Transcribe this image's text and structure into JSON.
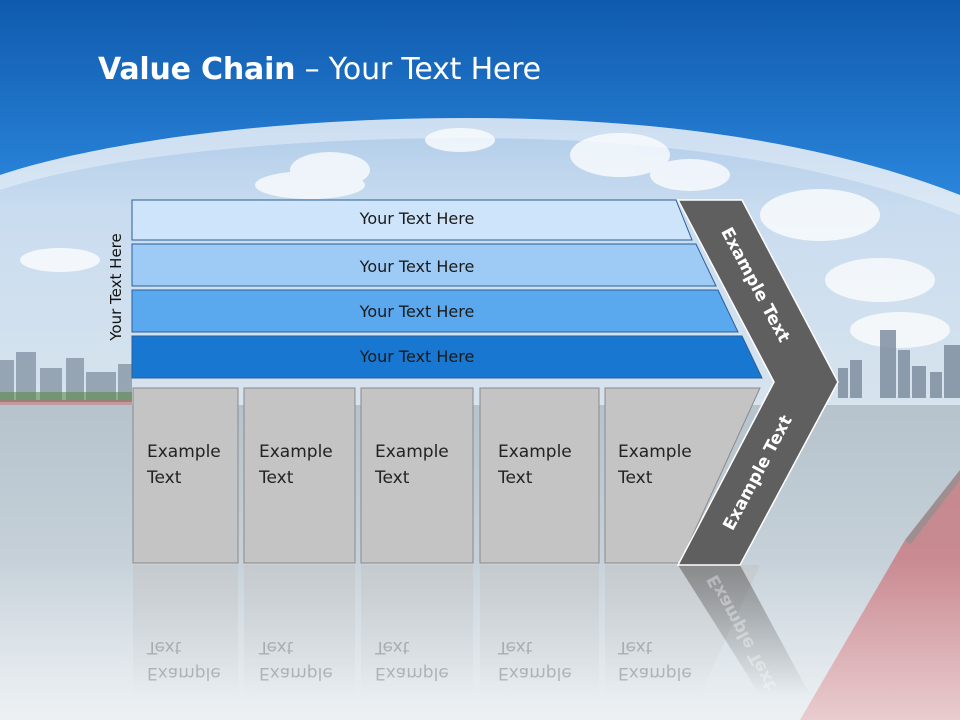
{
  "slide": {
    "title_bold": "Value Chain",
    "title_rest": " – Your Text Here",
    "vertical_label": "Your Text Here",
    "bars": [
      {
        "label": "Your Text Here",
        "color": "#cde4fb"
      },
      {
        "label": "Your Text Here",
        "color": "#9ecbf6"
      },
      {
        "label": "Your Text Here",
        "color": "#5aa8ee"
      },
      {
        "label": "Your Text Here",
        "color": "#1877d0"
      }
    ],
    "boxes": [
      {
        "line1": "Example",
        "line2": "Text"
      },
      {
        "line1": "Example",
        "line2": "Text"
      },
      {
        "line1": "Example",
        "line2": "Text"
      },
      {
        "line1": "Example",
        "line2": "Text"
      },
      {
        "line1": "Example",
        "line2": "Text"
      }
    ],
    "chevron_upper_label": "Example Text",
    "chevron_lower_label": "Example Text",
    "colors": {
      "header_blue": "#1c6cc4",
      "chevron_gray": "#5f5f5f",
      "box_gray": "#c4c4c4"
    }
  }
}
